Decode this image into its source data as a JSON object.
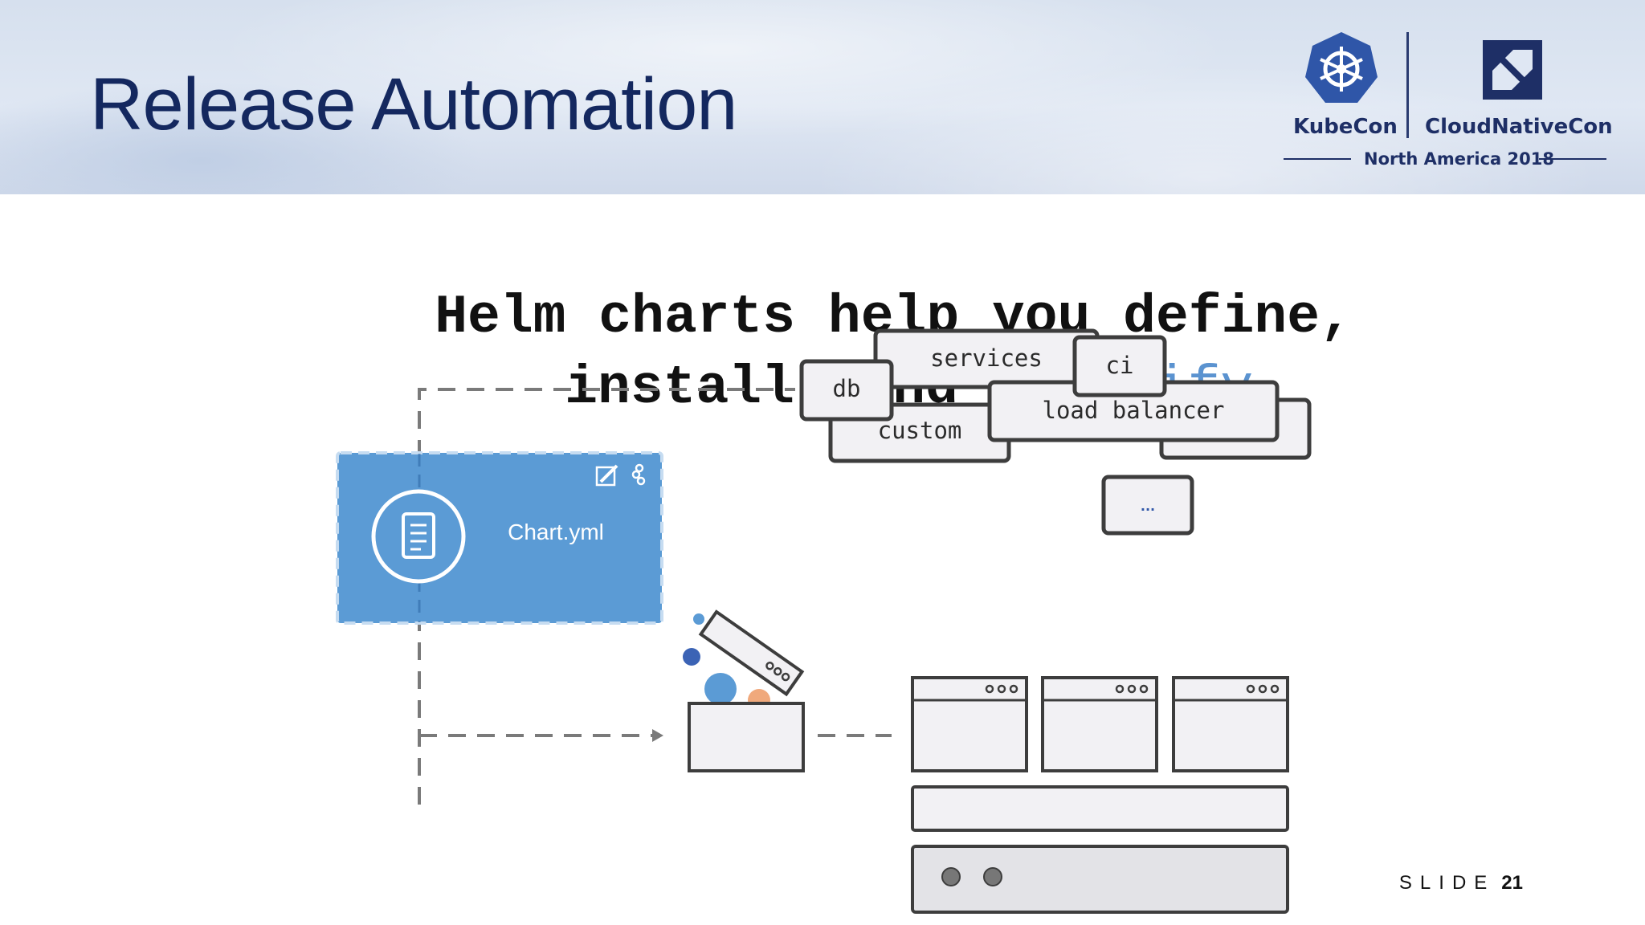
{
  "header": {
    "title": "Release Automation",
    "logo_left": "KubeCon",
    "logo_right": "CloudNativeCon",
    "event": "North America 2018"
  },
  "subtitle": {
    "line1": "Helm charts help you define,",
    "line2_prefix": "install, and ",
    "line2_accent": "simplify"
  },
  "diagram": {
    "chart_label": "Chart.yml",
    "boxes": {
      "services": "services",
      "ci": "ci",
      "db": "db",
      "load_balancer": "load balancer",
      "custom": "custom",
      "more": "..."
    }
  },
  "footer": {
    "slide_word": "SLIDE",
    "slide_number": "21"
  },
  "colors": {
    "title": "#14285f",
    "chart_card": "#5b9bd5",
    "accent_text": "#5b93d0"
  }
}
